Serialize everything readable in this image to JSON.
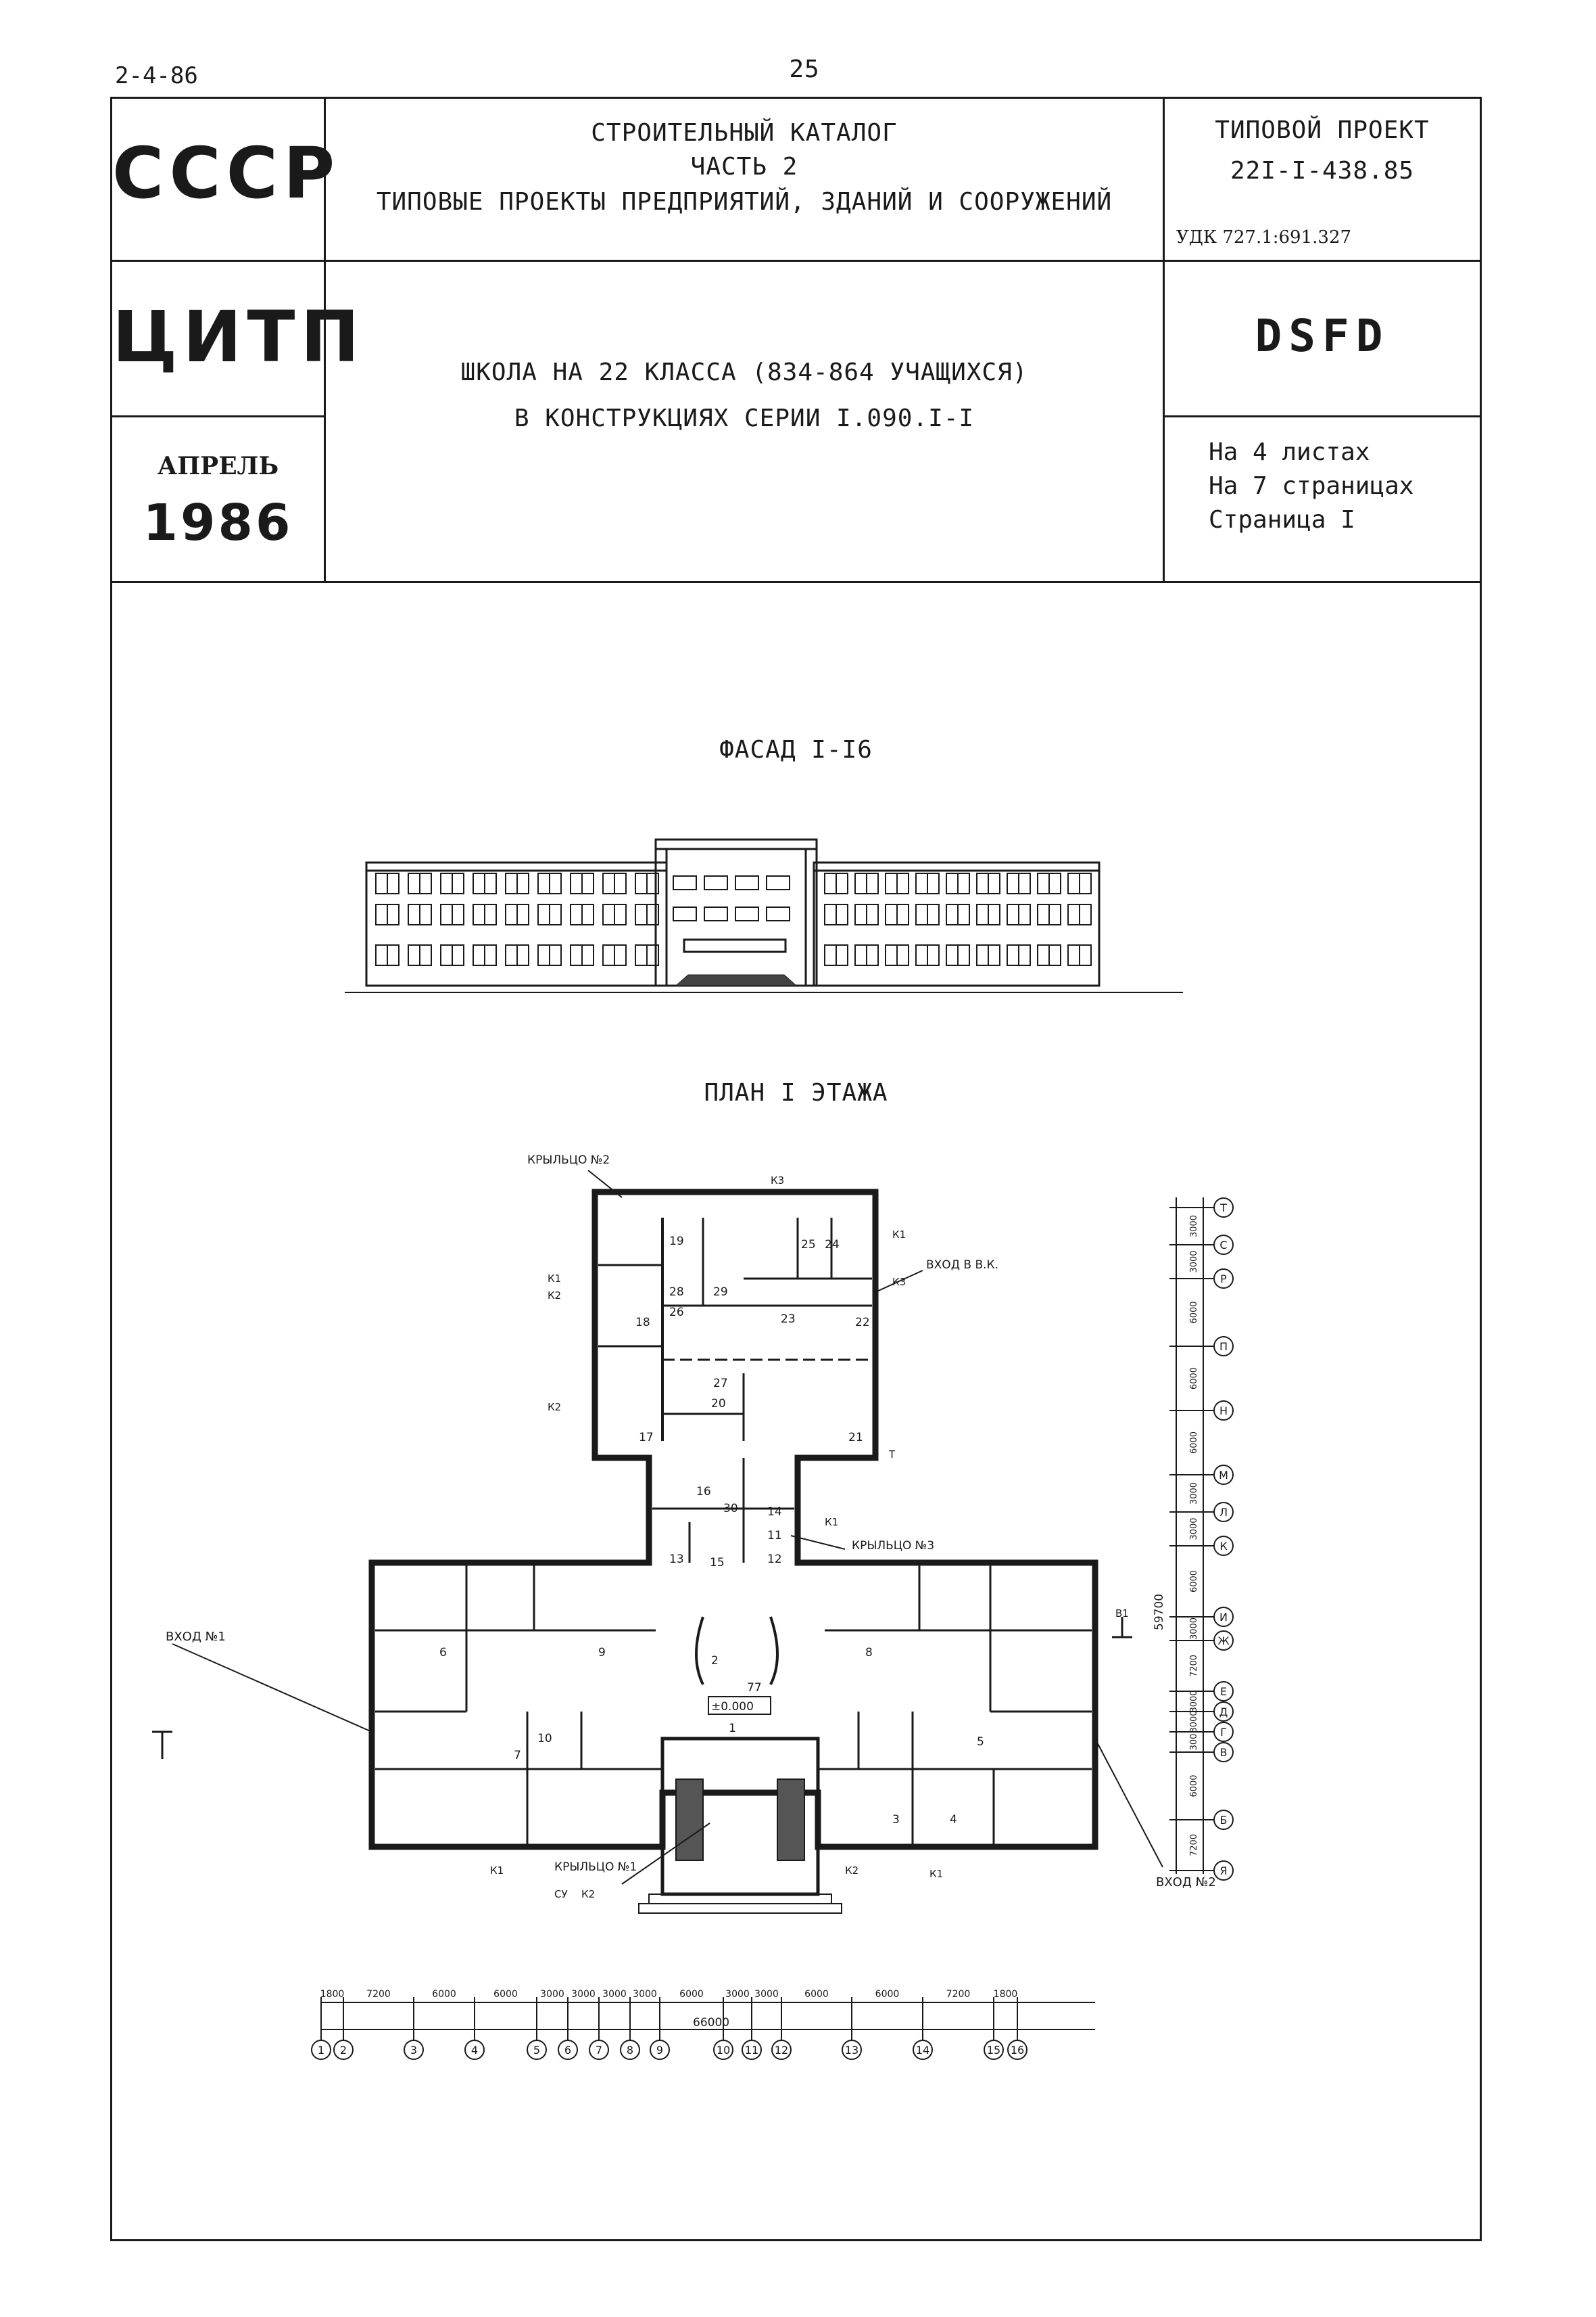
{
  "top": {
    "code": "2-4-86",
    "page_number": "25"
  },
  "header": {
    "country": "СССР",
    "org": "ЦИТП",
    "month": "АПРЕЛЬ",
    "year": "1986",
    "catalog_line1": "СТРОИТЕЛЬНЫЙ КАТАЛОГ",
    "catalog_line2": "ЧАСТЬ 2",
    "catalog_line3": "ТИПОВЫЕ ПРОЕКТЫ ПРЕДПРИЯТИЙ, ЗДАНИЙ И СООРУЖЕНИЙ",
    "project_label": "ТИПОВОЙ ПРОЕКТ",
    "project_number": "22I-I-438.85",
    "udk": "УДК 727.1:691.327",
    "title_line1": "ШКОЛА НА 22 КЛАССА (834-864 УЧАЩИХСЯ)",
    "title_line2": "В КОНСТРУКЦИЯХ СЕРИИ I.090.I-I",
    "code": "DSFD",
    "sheets": "На 4 листах",
    "pages": "На 7 страницах",
    "page": "Страница I"
  },
  "facade": {
    "title": "ФАСАД I-I6"
  },
  "plan": {
    "title": "ПЛАН I ЭТАЖА",
    "labels": {
      "porch2": "КРЫЛЬЦО №2",
      "porch3": "КРЫЛЬЦО №3",
      "porch1": "КРЫЛЬЦО №1",
      "entrance1": "ВХОД №1",
      "entrance2": "ВХОД №2",
      "entrance_vk": "ВХОД В В.К.",
      "level": "±0.000",
      "total_v": "59700",
      "total_h": "66000"
    },
    "rooms": [
      "1",
      "2",
      "3",
      "4",
      "5",
      "6",
      "7",
      "8",
      "9",
      "10",
      "11",
      "12",
      "13",
      "14",
      "15",
      "16",
      "17",
      "18",
      "19",
      "20",
      "21",
      "22",
      "23",
      "24",
      "25",
      "26",
      "27",
      "28",
      "29",
      "30",
      "77"
    ],
    "grid_horizontal": [
      "1",
      "2",
      "3",
      "4",
      "5",
      "6",
      "7",
      "8",
      "9",
      "10",
      "11",
      "12",
      "13",
      "14",
      "15",
      "16"
    ],
    "grid_vertical": [
      "Т",
      "С",
      "Р",
      "П",
      "Н",
      "М",
      "Л",
      "К",
      "И",
      "Ж",
      "Е",
      "Д",
      "Г",
      "В",
      "Б",
      "Я"
    ],
    "dims_h": [
      "1800",
      "7200",
      "6000",
      "6000",
      "3000",
      "3000",
      "3000",
      "3000",
      "6000",
      "3000",
      "3000",
      "6000",
      "6000",
      "7200",
      "1800"
    ],
    "dims_v": [
      "3000",
      "3000",
      "6000",
      "6000",
      "6000",
      "3000",
      "3000",
      "6000",
      "3000",
      "7200",
      "3000",
      "3000",
      "300",
      "6000",
      "7200"
    ],
    "markers": {
      "k1": "К1",
      "k2": "К2",
      "k3": "К3",
      "t": "Т",
      "v1": "В1",
      "cy": "СУ"
    }
  }
}
